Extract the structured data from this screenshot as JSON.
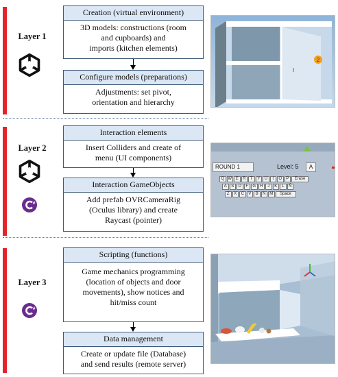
{
  "layers": [
    {
      "label": "Layer 1",
      "steps": [
        {
          "title": "Creation (virtual environment)",
          "body_lines": [
            "3D models: constructions (room",
            "and cupboards) and",
            "imports (kitchen elements)"
          ]
        },
        {
          "title": "Configure models (preparations)",
          "body_lines": [
            "Adjustments: set pivot,",
            "orientation and hierarchy"
          ]
        }
      ]
    },
    {
      "label": "Layer 2",
      "steps": [
        {
          "title": "Interaction elements",
          "body_lines": [
            "Insert Colliders and create of",
            "menu (UI components)"
          ]
        },
        {
          "title": "Interaction GameObjects",
          "body_lines": [
            "Add prefab OVRCameraRig",
            "(Oculus library) and create",
            "Raycast (pointer)"
          ]
        }
      ]
    },
    {
      "label": "Layer 3",
      "steps": [
        {
          "title": "Scripting (functions)",
          "body_lines": [
            "Game mechanics programming",
            "(location of objects and door",
            "movements), show notices and",
            "hit/miss count"
          ]
        },
        {
          "title": "Data management",
          "body_lines": [
            "Create or update file (Database)",
            "and send results (remote server)"
          ]
        }
      ]
    }
  ],
  "screenshot1": {
    "badge": "2"
  },
  "screenshot2": {
    "round_text": "ROUND 1",
    "level_text": "Level: 5",
    "letter_text": "A",
    "keyboard_rows": [
      [
        "Q",
        "W",
        "E",
        "R",
        "T",
        "Y",
        "U",
        "I",
        "O",
        "P",
        "Erase"
      ],
      [
        "A",
        "S",
        "D",
        "F",
        "G",
        "H",
        "J",
        "K",
        "L",
        "Ñ"
      ],
      [
        "Z",
        "X",
        "C",
        "V",
        "B",
        "N",
        "M",
        "Space"
      ]
    ]
  },
  "colors": {
    "accent_bar": "#e4232b",
    "box_border": "#3d5b7a",
    "title_fill": "#dbe7f4",
    "csharp": "#6a2c8e"
  },
  "icons": [
    "unity-logo-icon",
    "csharp-logo-icon"
  ]
}
